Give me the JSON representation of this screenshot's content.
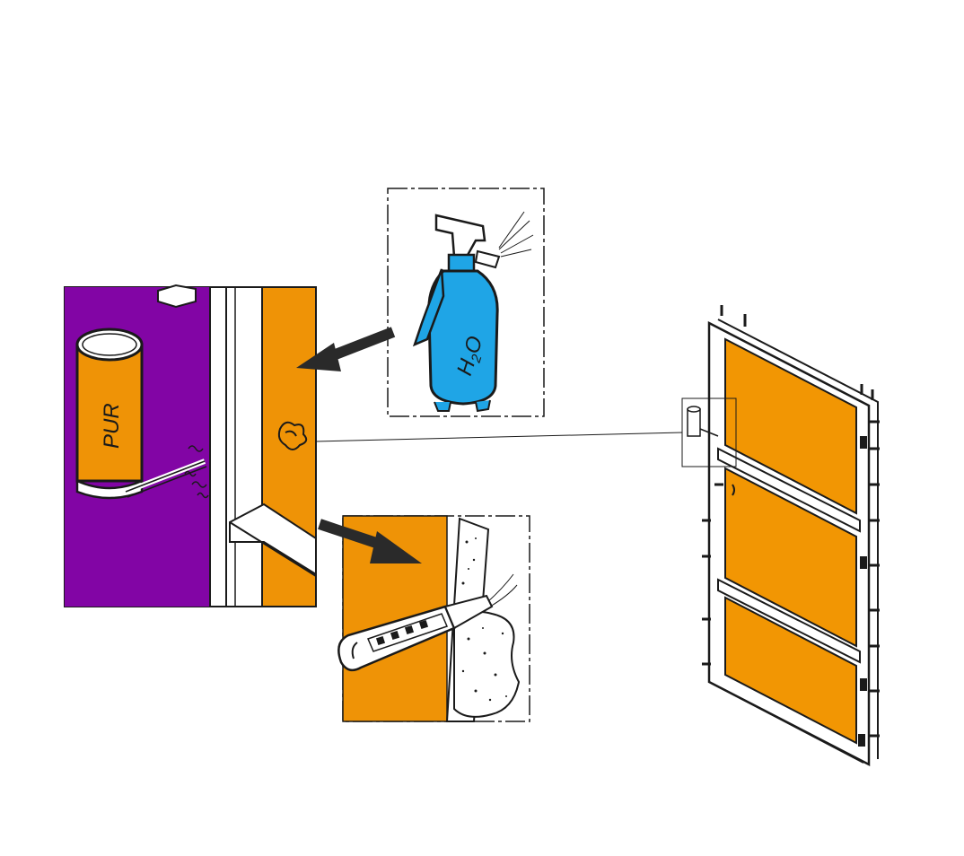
{
  "labels": {
    "can": "PUR",
    "bottle": "H",
    "bottle_subscript": "2",
    "bottle_suffix": "O"
  },
  "colors": {
    "background": "#ffffff",
    "ink": "#1a1a1a",
    "wall_purple": "#8205a5",
    "foam_orange": "#ef9306",
    "door_orange": "#f29603",
    "bottle_blue": "#1fa5e6",
    "white": "#ffffff"
  },
  "icons": {
    "can": "foam-spray-can-icon",
    "bottle": "water-spray-bottle-icon",
    "knife": "utility-knife-icon",
    "door": "door-frame-icon"
  }
}
